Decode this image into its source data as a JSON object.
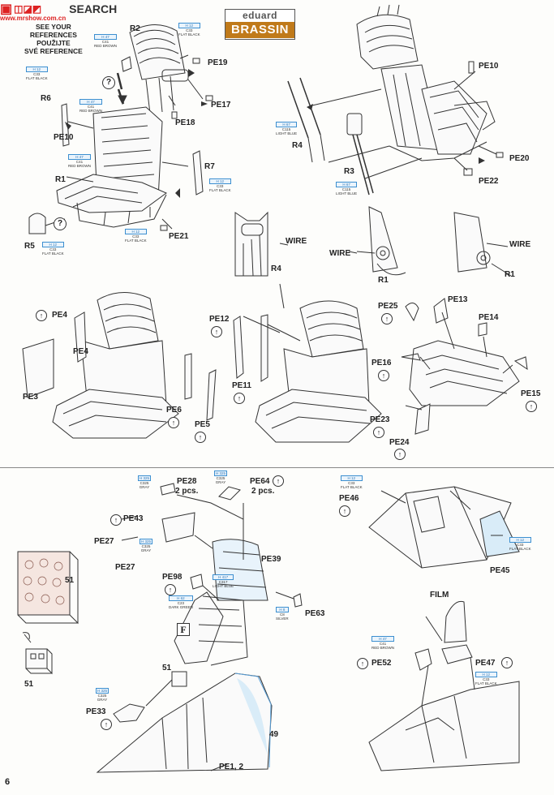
{
  "watermark": {
    "icon": "camera-logo-icon",
    "text": "SEARCH",
    "url": "www.mrshow.com.cn"
  },
  "brand": {
    "top": "eduard",
    "bottom": "BRASSIN"
  },
  "note": {
    "line1": "SEE YOUR",
    "line2": "REFERENCES",
    "line3": "POUŽIJTE",
    "line4": "SVÉ REFERENCE"
  },
  "flag_letter": "F",
  "page_number": "6",
  "labels": {
    "r2": "R2",
    "pe19": "PE19",
    "pe17": "PE17",
    "pe18": "PE18",
    "r6": "R6",
    "pe10_left": "PE10",
    "r1_top": "R1",
    "r7": "R7",
    "r5": "R5",
    "pe21": "PE21",
    "pe10_right": "PE10",
    "r4_top": "R4",
    "r3": "R3",
    "pe20": "PE20",
    "pe22": "PE22",
    "wire_a": "WIRE",
    "r4_mid": "R4",
    "wire_b": "WIRE",
    "r1_mid": "R1",
    "wire_c": "WIRE",
    "r1_right": "R1",
    "pe4_a": "PE4",
    "pe4_b": "PE4",
    "pe3": "PE3",
    "pe12": "PE12",
    "pe11": "PE11",
    "pe6": "PE6",
    "pe5": "PE5",
    "pe25": "PE25",
    "pe13": "PE13",
    "pe14": "PE14",
    "pe16": "PE16",
    "pe15": "PE15",
    "pe23": "PE23",
    "pe24": "PE24",
    "pe28": "PE28",
    "pcs_a": "2 pcs.",
    "pe64": "PE64",
    "pcs_b": "2 pcs.",
    "pe43": "PE43",
    "pe27_a": "PE27",
    "pe27_b": "PE27",
    "pe39": "PE39",
    "pe98": "PE98",
    "pe63": "PE63",
    "n51_a": "51",
    "n51_b": "51",
    "n51_c": "51",
    "pe33": "PE33",
    "n49": "49",
    "pe1_2": "PE1, 2",
    "pe46": "PE46",
    "pe45": "PE45",
    "film": "FILM",
    "pe52": "PE52",
    "pe47": "PE47"
  },
  "paint": {
    "r2": {
      "code": "H 12",
      "sub": "C33",
      "name": "FLAT BLACK"
    },
    "red_top": {
      "code": "H 47",
      "sub": "C41",
      "name": "RED BROWN"
    },
    "r6": {
      "code": "H 12",
      "sub": "C33",
      "name": "FLAT BLACK"
    },
    "red_mid": {
      "code": "H 47",
      "sub": "C41",
      "name": "RED BROWN"
    },
    "red_low": {
      "code": "H 47",
      "sub": "C41",
      "name": "RED BROWN"
    },
    "r7": {
      "code": "H 12",
      "sub": "C33",
      "name": "FLAT BLACK"
    },
    "pe21": {
      "code": "H 12",
      "sub": "C33",
      "name": "FLAT BLACK"
    },
    "r5": {
      "code": "H 12",
      "sub": "C33",
      "name": "FLAT BLACK"
    },
    "r4": {
      "code": "H 67",
      "sub": "C115",
      "name": "LIGHT BLUE"
    },
    "r3": {
      "code": "H 67",
      "sub": "C115",
      "name": "LIGHT BLUE"
    },
    "pe28": {
      "code": "H 325",
      "sub": "C325",
      "name": "GRAY"
    },
    "pe64": {
      "code": "H 325",
      "sub": "C325",
      "name": "GRAY"
    },
    "pe27": {
      "code": "H 325",
      "sub": "C325",
      "name": "GRAY"
    },
    "pe39": {
      "code": "H 417",
      "sub": "C317",
      "name": "LIGHT BLUE"
    },
    "pe98": {
      "code": "H 62",
      "sub": "C23",
      "name": "DARK GREEN"
    },
    "pe63": {
      "code": "H 8",
      "sub": "C8",
      "name": "SILVER"
    },
    "pe33": {
      "code": "H 325",
      "sub": "C325",
      "name": "GRAY"
    },
    "pe46": {
      "code": "H 12",
      "sub": "C33",
      "name": "FLAT BLACK"
    },
    "pe45": {
      "code": "H 12",
      "sub": "C33",
      "name": "FLAT BLACK"
    },
    "pe52": {
      "code": "H 47",
      "sub": "C41",
      "name": "RED BROWN"
    },
    "pe47": {
      "code": "H 12",
      "sub": "C33",
      "name": "FLAT BLACK"
    }
  }
}
